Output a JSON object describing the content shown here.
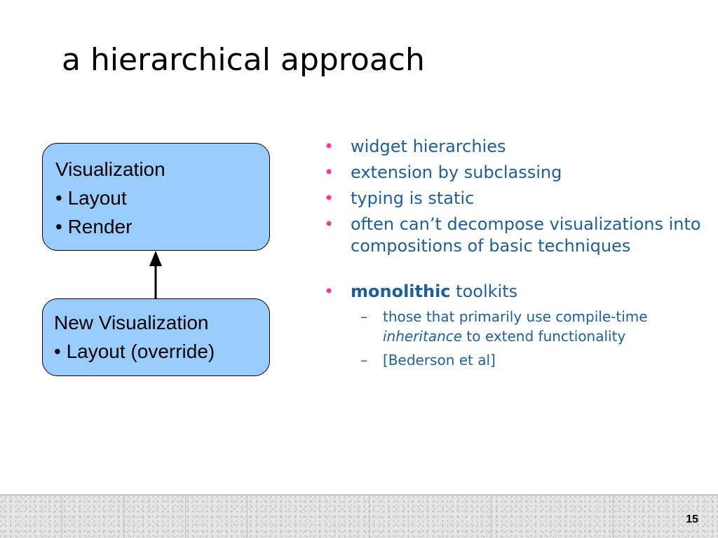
{
  "slide": {
    "title": "a hierarchical approach",
    "page_number": "15"
  },
  "diagram": {
    "top_box": {
      "title": "Visualization",
      "items": [
        "• Layout",
        "• Render"
      ]
    },
    "bottom_box": {
      "title": "New Visualization",
      "items": [
        "• Layout (override)"
      ]
    },
    "box_fill": "#99ccff"
  },
  "bullets": {
    "marker": "•",
    "items": [
      {
        "text": "widget hierarchies"
      },
      {
        "text": "extension by subclassing"
      },
      {
        "text": "typing is static"
      },
      {
        "text": "often can’t decompose visualizations into compositions of basic techniques"
      },
      {
        "bold": "monolithic",
        "text": " toolkits",
        "sub": [
          {
            "dash": "–",
            "before": "those that primarily use compile-time ",
            "italic": "inheritance",
            "after": " to extend functionality"
          },
          {
            "dash": "–",
            "text": "[Bederson et al]"
          }
        ]
      }
    ]
  },
  "colors": {
    "bullet_text": "#1c5fa0",
    "bullet_marker": "#ff3399",
    "title": "#000000"
  }
}
